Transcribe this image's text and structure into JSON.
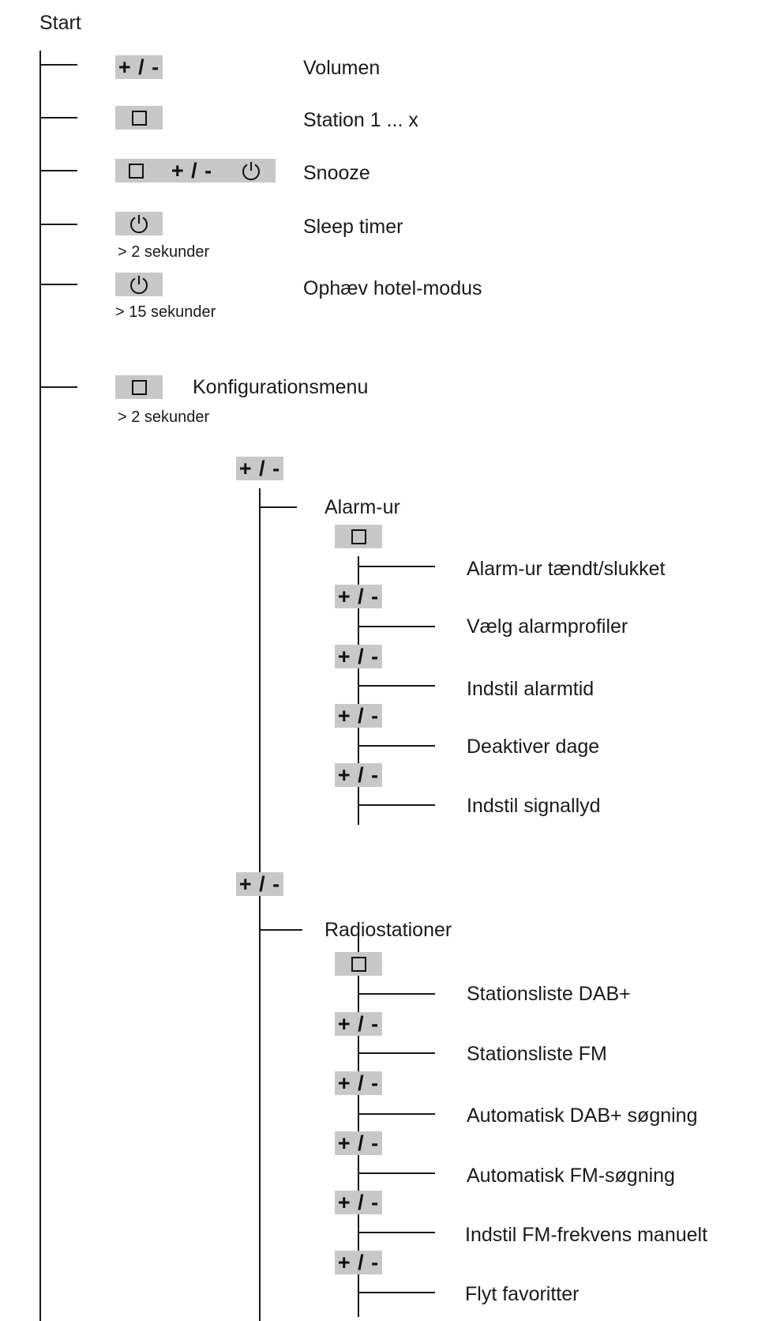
{
  "start": "Start",
  "top": {
    "volume_label": "Volumen",
    "station_label": "Station 1 ... x",
    "snooze_label": "Snooze",
    "sleep_label": "Sleep timer",
    "sleep_note": "> 2 sekunder",
    "hotel_label": "Ophæv hotel-modus",
    "hotel_note": "> 15 sekunder",
    "config_label": "Konfigurationsmenu",
    "config_note": "> 2 sekunder"
  },
  "plusminus": "+ / -",
  "alarm": {
    "title": "Alarm-ur",
    "items": [
      "Alarm-ur tændt/slukket",
      "Vælg alarmprofiler",
      "Indstil alarmtid",
      "Deaktiver dage",
      "Indstil signallyd"
    ]
  },
  "radio": {
    "title": "Radiostationer",
    "items": [
      "Stationsliste DAB+",
      "Stationsliste FM",
      "Automatisk DAB+ søgning",
      "Automatisk FM-søgning",
      "Indstil FM-frekvens manuelt",
      "Flyt favoritter"
    ]
  },
  "colors": {
    "button_bg": "#c8c8c8",
    "line": "#1a1a1a"
  },
  "icons": [
    "square-button-icon",
    "power-icon"
  ]
}
